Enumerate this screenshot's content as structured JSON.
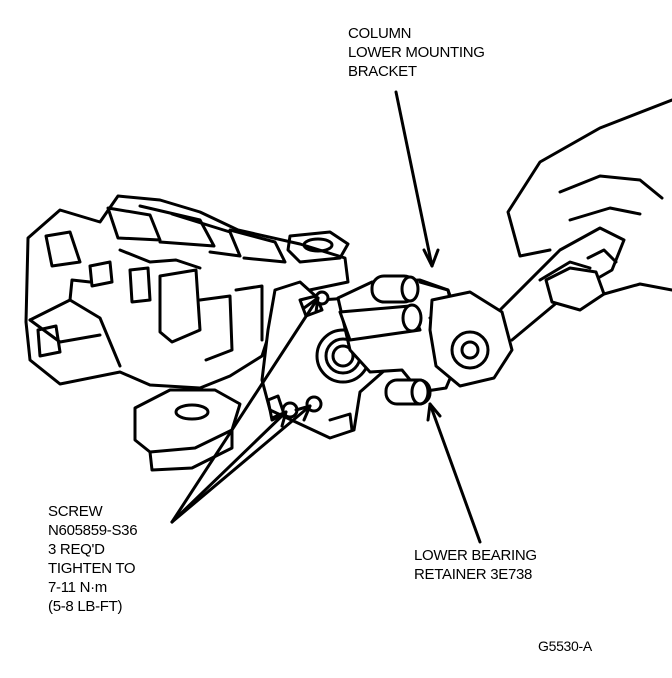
{
  "labels": {
    "bracket": [
      "COLUMN",
      "LOWER MOUNTING",
      "BRACKET"
    ],
    "screw": [
      "SCREW",
      "N605859-S36",
      "3 REQ'D",
      "TIGHTEN TO",
      "7-11 N·m",
      "(5-8 LB-FT)"
    ],
    "retainer": [
      "LOWER BEARING",
      "RETAINER 3E738"
    ],
    "figure_id": "G5530-A"
  },
  "colors": {
    "ink": "#000000",
    "paper": "#ffffff"
  }
}
